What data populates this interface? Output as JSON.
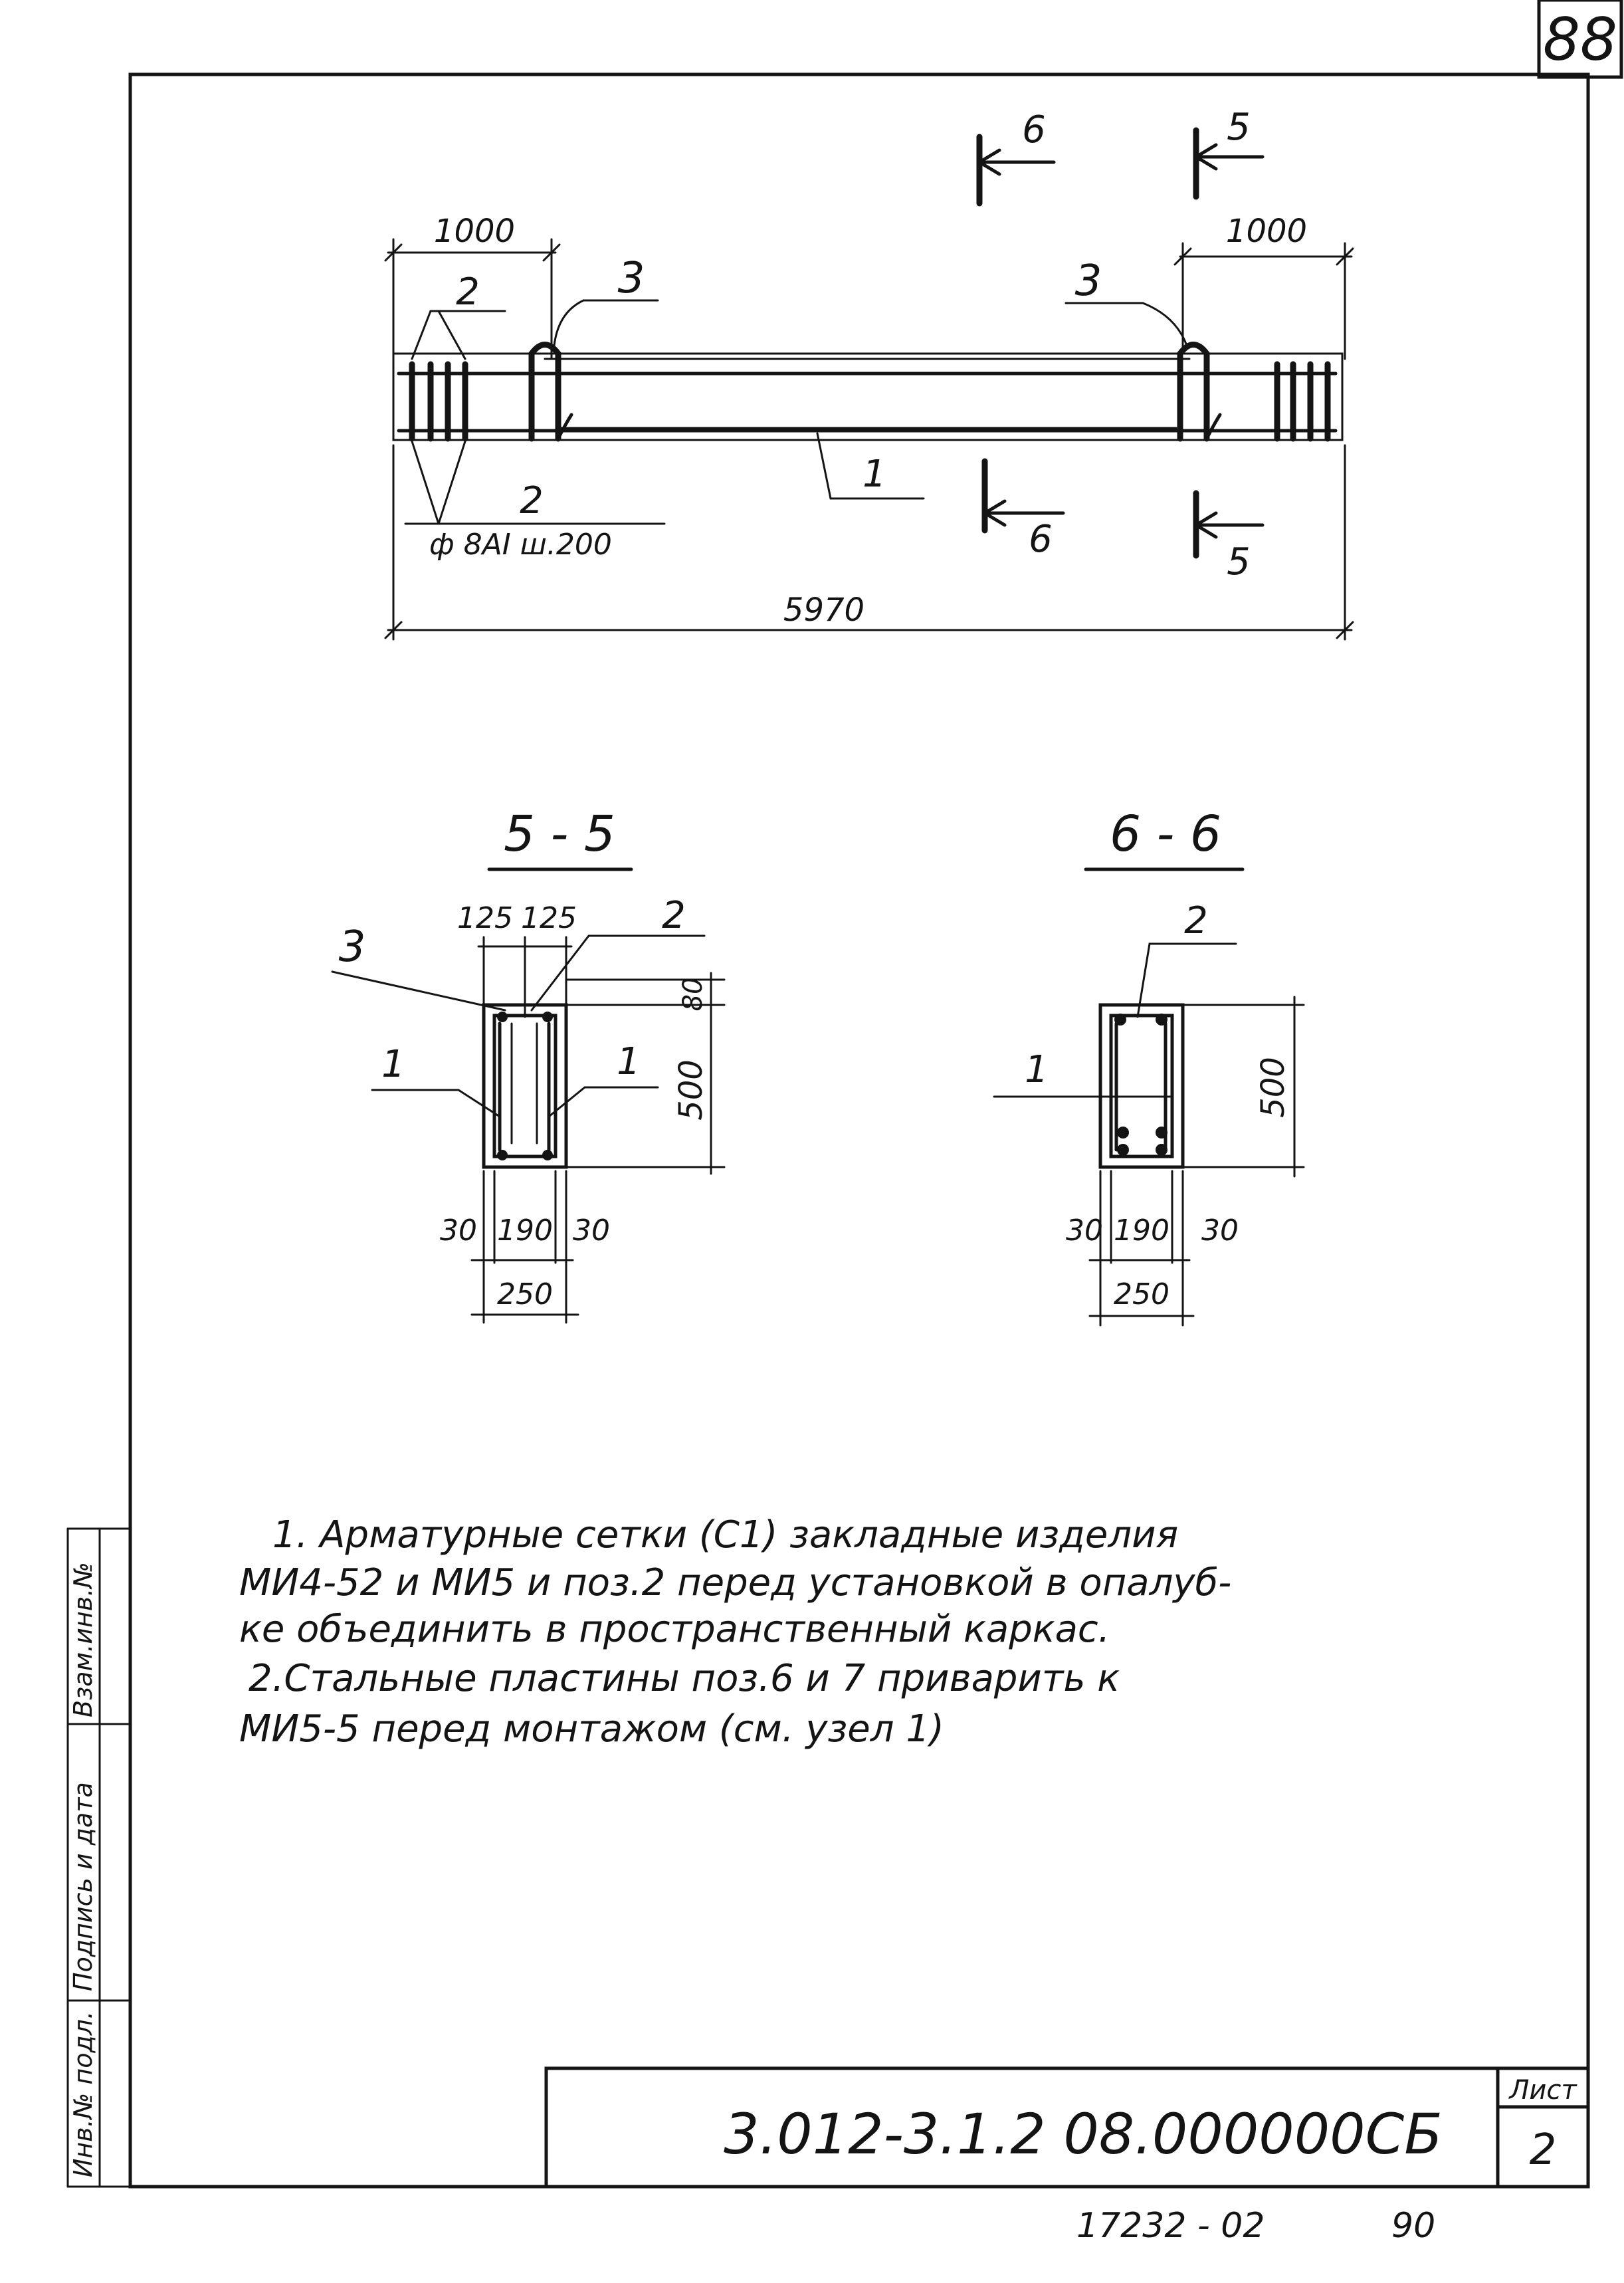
{
  "corner_mark": "88",
  "elevation": {
    "dim_left_top": "1000",
    "dim_right_top": "1000",
    "dim_total": "5970",
    "pos_2_top": "2",
    "pos_3_left": "3",
    "pos_3_right": "3",
    "pos_1": "1",
    "pos_2_bottom": "2",
    "rebar_spec": "ф 8AI ш.200",
    "cut6_top": "6",
    "cut5_top": "5",
    "cut6_bottom": "6",
    "cut5_bottom": "5"
  },
  "section_5_5": {
    "title": "5 - 5",
    "dim_125_a": "125",
    "dim_125_b": "125",
    "dim_80": "80",
    "dim_500": "500",
    "dim_30_a": "30",
    "dim_190": "190",
    "dim_30_b": "30",
    "dim_250": "250",
    "pos_3": "3",
    "pos_2": "2",
    "pos_1_left": "1",
    "pos_1_right": "1"
  },
  "section_6_6": {
    "title": "6 - 6",
    "dim_500": "500",
    "dim_30_a": "30",
    "dim_190": "190",
    "dim_30_b": "30",
    "dim_250": "250",
    "pos_2": "2",
    "pos_1": "1"
  },
  "notes": [
    "1. Арматурные сетки (С1) закладные изделия",
    "МИ4-52 и МИ5 и поз.2 перед установкой в опалуб-",
    "ке объединить в пространственный каркас.",
    "2.Стальные пластины поз.6 и 7 приварить к",
    "МИ5-5 перед монтажом (см. узел 1)"
  ],
  "side_stamp": {
    "inv_no": "Инв.№ подл.",
    "signature_date": "Подпись и дата",
    "replace_inv": "Взам.инв.№"
  },
  "title_block": {
    "document_code": "3.012-3.1.2     08.000000СБ",
    "sheet_label": "Лист",
    "sheet_number": "2"
  },
  "footer_archive": "17232 - 02",
  "footer_page": "90"
}
